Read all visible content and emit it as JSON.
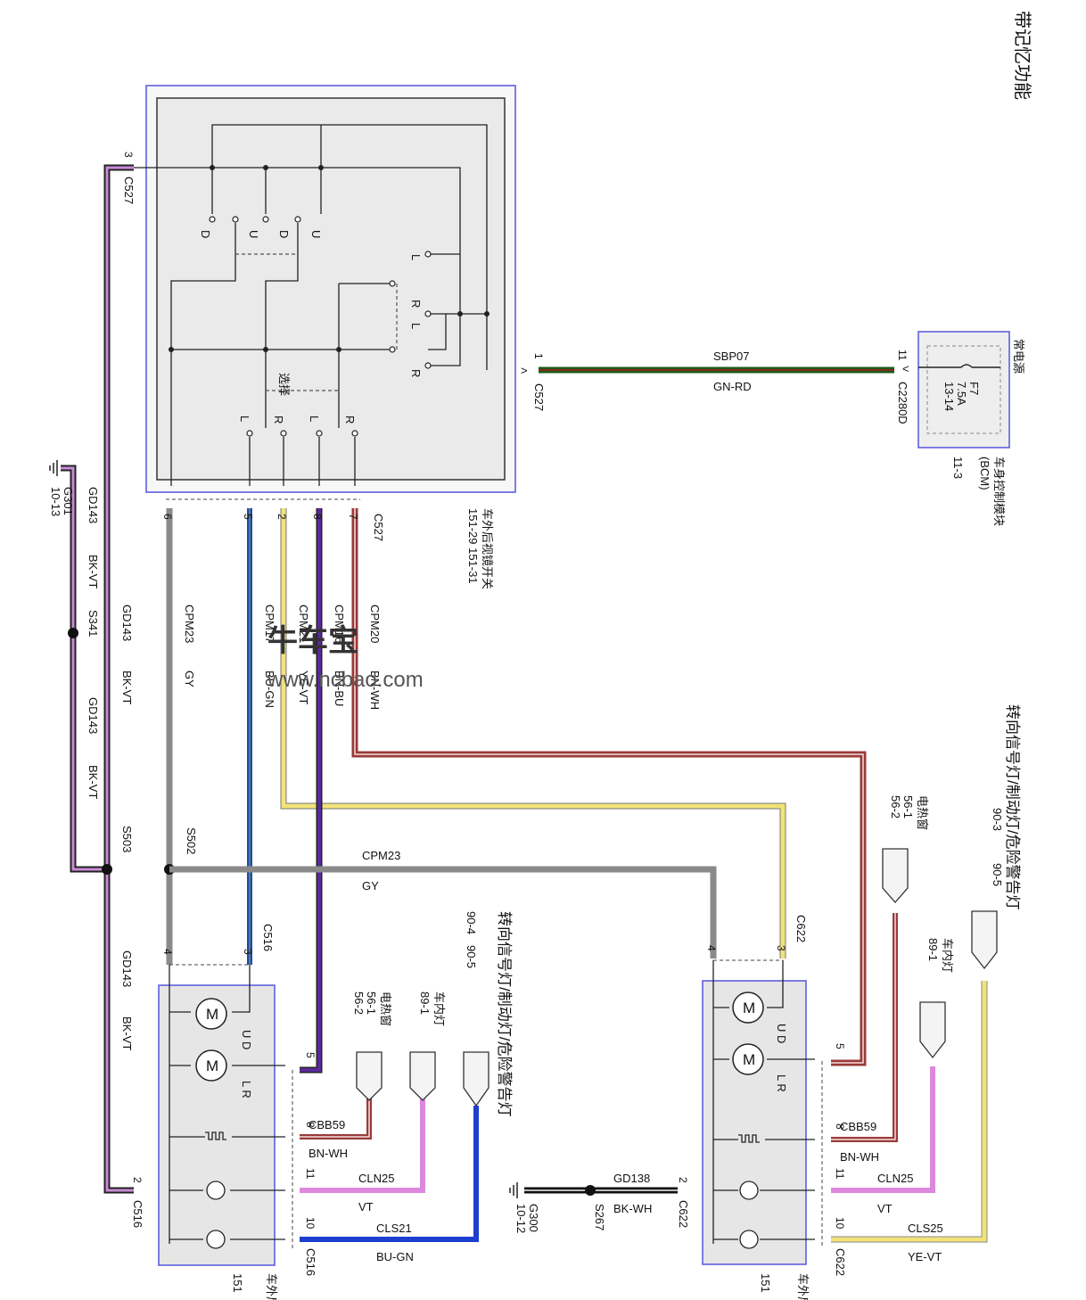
{
  "title": "带记忆功能",
  "power": {
    "source": "常电源",
    "fuse_id": "F7",
    "fuse_rating": "7.5A",
    "fuse_grid": "13-14",
    "module": "车身控制模块",
    "module_abbr": "(BCM)",
    "module_ref": "11-3",
    "connector": "C2280D",
    "pin": "11"
  },
  "feed_wire": {
    "circuit": "SBP07",
    "color": "GN-RD",
    "connector": "C527",
    "pin": "1"
  },
  "switch": {
    "name": "车外后视镜开关",
    "refs": "151-29  151-31",
    "select_label": "选择",
    "contacts": [
      "D",
      "U",
      "D",
      "U",
      "L",
      "R",
      "L",
      "R",
      "L",
      "R",
      "L",
      "R"
    ],
    "connector": "C527"
  },
  "switch_wires": [
    {
      "pin": "6",
      "circuit": "CPM23",
      "color": "GY"
    },
    {
      "pin": "5",
      "circuit": "CPM17",
      "color": "BU-GN"
    },
    {
      "pin": "2",
      "circuit": "CPM21",
      "color": "YE-VT"
    },
    {
      "pin": "8",
      "circuit": "CPM16",
      "color": "BN-BU"
    },
    {
      "pin": "7",
      "circuit": "CPM20",
      "color": "BN-WH"
    },
    {
      "pin": "3",
      "circuit": "",
      "color": ""
    }
  ],
  "ground_main": {
    "circuit": "GD143",
    "color": "BK-VT",
    "splices": [
      "S341",
      "S503"
    ],
    "ground": "G301",
    "ground_ref": "10-13",
    "switch_connector": "C527",
    "switch_pin": "3"
  },
  "splice_s502": {
    "name": "S502",
    "circuit": "CPM23",
    "color": "GY"
  },
  "left_mirror": {
    "connector": "C516",
    "pins": [
      "4",
      "3",
      "5",
      "8",
      "11",
      "2",
      "10"
    ],
    "motor_label": "M",
    "motor1_dir": "U D",
    "motor2_dir": "L R",
    "heater_circuit": "CBB59",
    "heater_color": "BN-WH",
    "lamp_circuit": "CLN25",
    "lamp_color": "VT",
    "turn_circuit": "CLS21",
    "turn_color": "BU-GN",
    "ref_heater": "电热窗",
    "ref_heater_grid": [
      "56-1",
      "56-2"
    ],
    "ref_lamp": "车内灯",
    "ref_lamp_grid": "89-1",
    "ref_turn": "转向信号灯/制动灯/危险警告灯",
    "ref_turn_grid": [
      "90-4",
      "90-5"
    ],
    "label": "车外后视镜",
    "label_ref": "151"
  },
  "right_mirror": {
    "connector": "C622",
    "pins": [
      "4",
      "3",
      "5",
      "8",
      "11",
      "2",
      "10"
    ],
    "motor_label": "M",
    "motor1_dir": "U D",
    "motor2_dir": "L R",
    "heater_circuit": "CBB59",
    "heater_color": "BN-WH",
    "lamp_circuit": "CLN25",
    "lamp_color": "VT",
    "turn_circuit": "CLS25",
    "turn_color": "YE-VT",
    "ref_heater": "电热窗",
    "ref_heater_grid": [
      "56-1",
      "56-2"
    ],
    "ref_lamp": "车内灯",
    "ref_lamp_grid": "89-1",
    "ref_turn": "转向信号灯/制动灯/危险警告灯",
    "ref_turn_grid": [
      "90-3",
      "90-5"
    ],
    "label": "车外后视镜",
    "label_ref": "151"
  },
  "ground_right": {
    "circuit": "GD138",
    "color": "BK-WH",
    "splice": "S267",
    "ground": "G300",
    "ground_ref": "10-12"
  },
  "watermark": {
    "brand": "牛车宝",
    "url": "www.ncbao.com"
  },
  "colors": {
    "gn_rd_outer": "#1a5c1a",
    "gn_rd_inner": "#8a2a1a",
    "gy": "#8a8a8a",
    "bu_gn": "#2446b8",
    "ye_vt": "#f2e27a",
    "bn_bu": "#5a2a9a",
    "bn_wh": "#9b3a3a",
    "vt": "#dd88dd",
    "bk_vt": "#5a2a6a",
    "bu": "#1d3fcf",
    "frame": "#5555dd"
  }
}
